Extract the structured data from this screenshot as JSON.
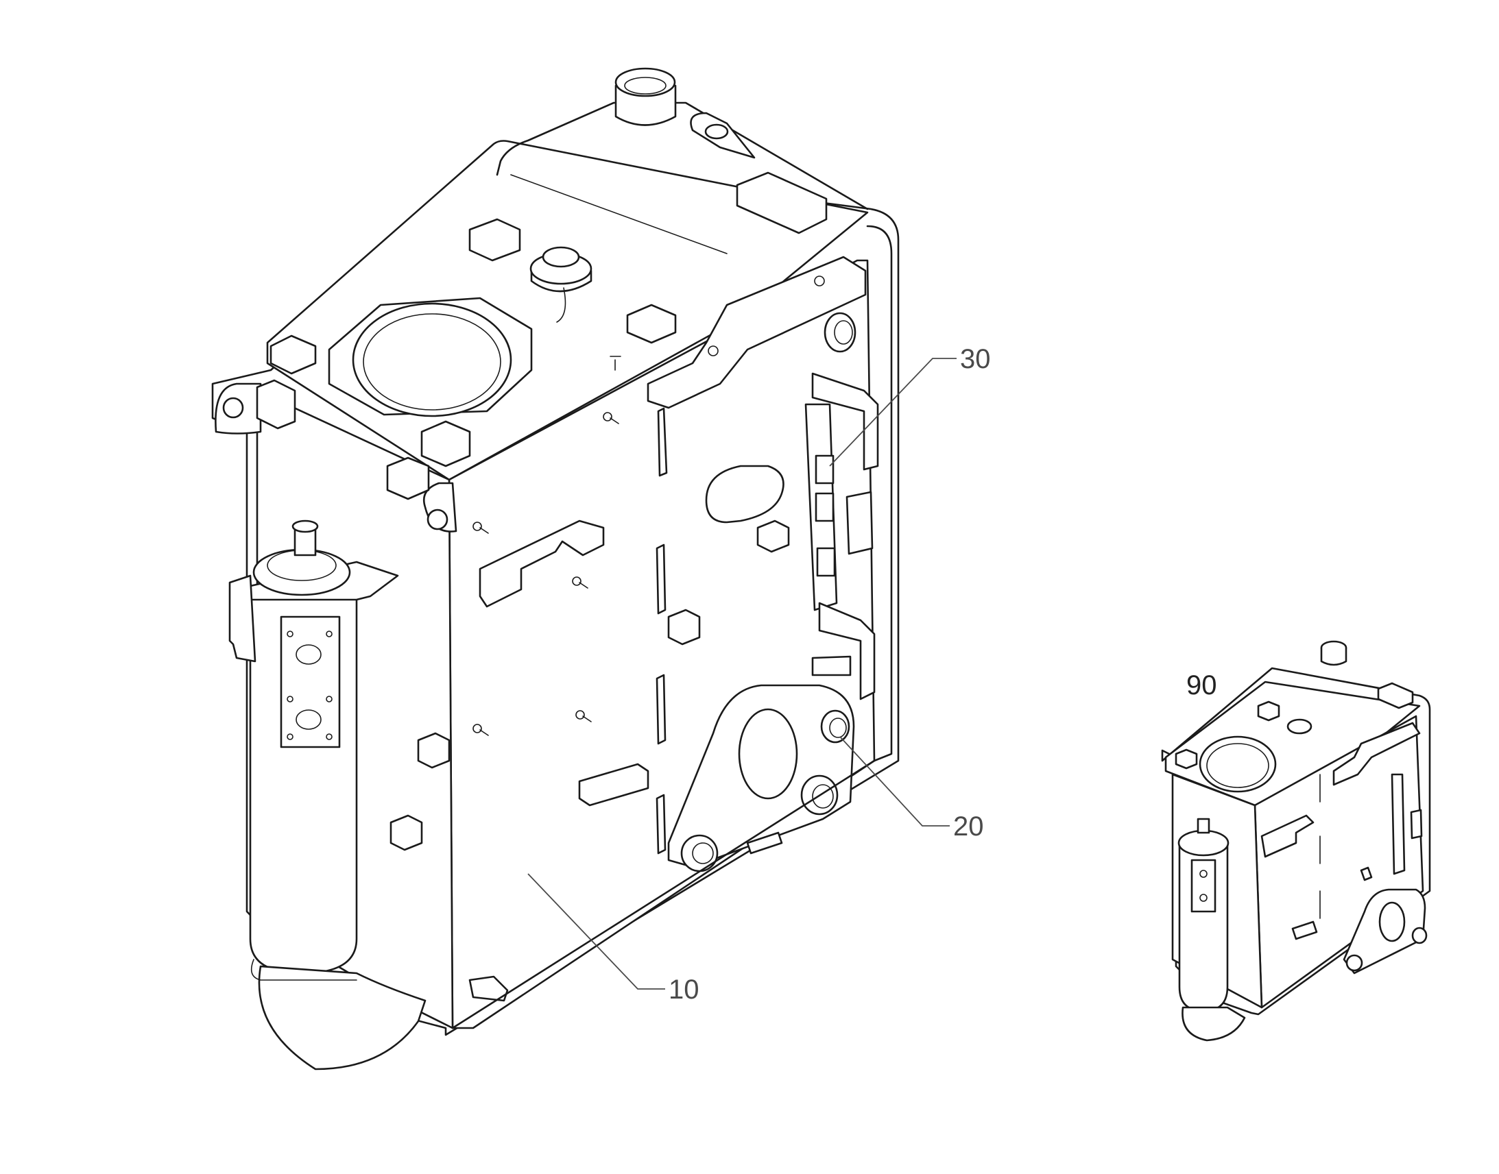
{
  "callouts": {
    "c10": "10",
    "c20": "20",
    "c30": "30",
    "c90": "90"
  },
  "colors": {
    "line": "#1a1a1a",
    "leader": "#4a4a4a",
    "background": "#ffffff"
  }
}
